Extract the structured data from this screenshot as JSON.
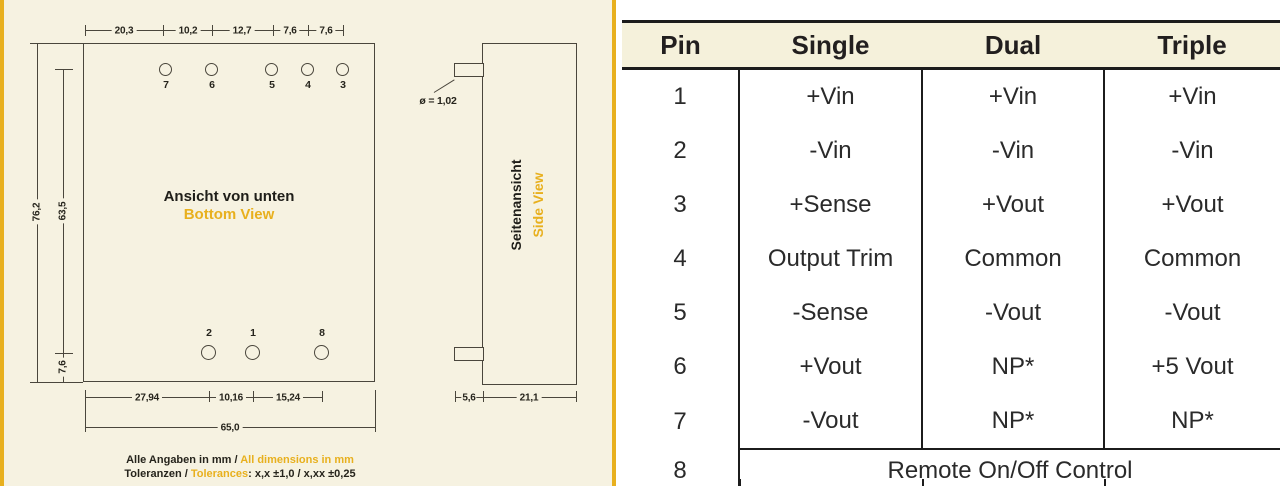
{
  "accent_color": "#E8B01E",
  "drawing": {
    "bottom_view": {
      "title_de": "Ansicht von unten",
      "title_en": "Bottom View",
      "top_dims": [
        "20,3",
        "10,2",
        "12,7",
        "7,6",
        "7,6"
      ],
      "height": "76,2",
      "inner_height": "63,5",
      "pin_row_offset": "7,6",
      "bottom_dims": [
        "27,94",
        "10,16",
        "15,24"
      ],
      "overall_width": "65,0",
      "top_pins": [
        "7",
        "6",
        "5",
        "4",
        "3"
      ],
      "bottom_pins": [
        "2",
        "1",
        "8"
      ]
    },
    "side_view": {
      "title_de": "Seitenansicht",
      "title_en": "Side View",
      "pin_diameter": "ø = 1,02",
      "pin_length": "5,6",
      "body_depth": "21,1"
    },
    "footer": {
      "units_de": "Alle Angaben in mm / ",
      "units_en": "All dimensions in mm",
      "tolerances_de": "Toleranzen / ",
      "tolerances_en": "Tolerances",
      "tolerances_values": ": x,x ±1,0 / x,xx ±0,25"
    }
  },
  "pin_table": {
    "headers": [
      "Pin",
      "Single",
      "Dual",
      "Triple"
    ],
    "rows": [
      {
        "pin": "1",
        "single": "+Vin",
        "dual": "+Vin",
        "triple": "+Vin"
      },
      {
        "pin": "2",
        "single": "-Vin",
        "dual": "-Vin",
        "triple": "-Vin"
      },
      {
        "pin": "3",
        "single": "+Sense",
        "dual": "+Vout",
        "triple": "+Vout"
      },
      {
        "pin": "4",
        "single": "Output Trim",
        "dual": "Common",
        "triple": "Common"
      },
      {
        "pin": "5",
        "single": "-Sense",
        "dual": "-Vout",
        "triple": "-Vout"
      },
      {
        "pin": "6",
        "single": "+Vout",
        "dual": "NP*",
        "triple": "+5 Vout"
      },
      {
        "pin": "7",
        "single": "-Vout",
        "dual": "NP*",
        "triple": "NP*"
      }
    ],
    "merged_row": {
      "pin": "8",
      "label": "Remote On/Off Control"
    }
  }
}
